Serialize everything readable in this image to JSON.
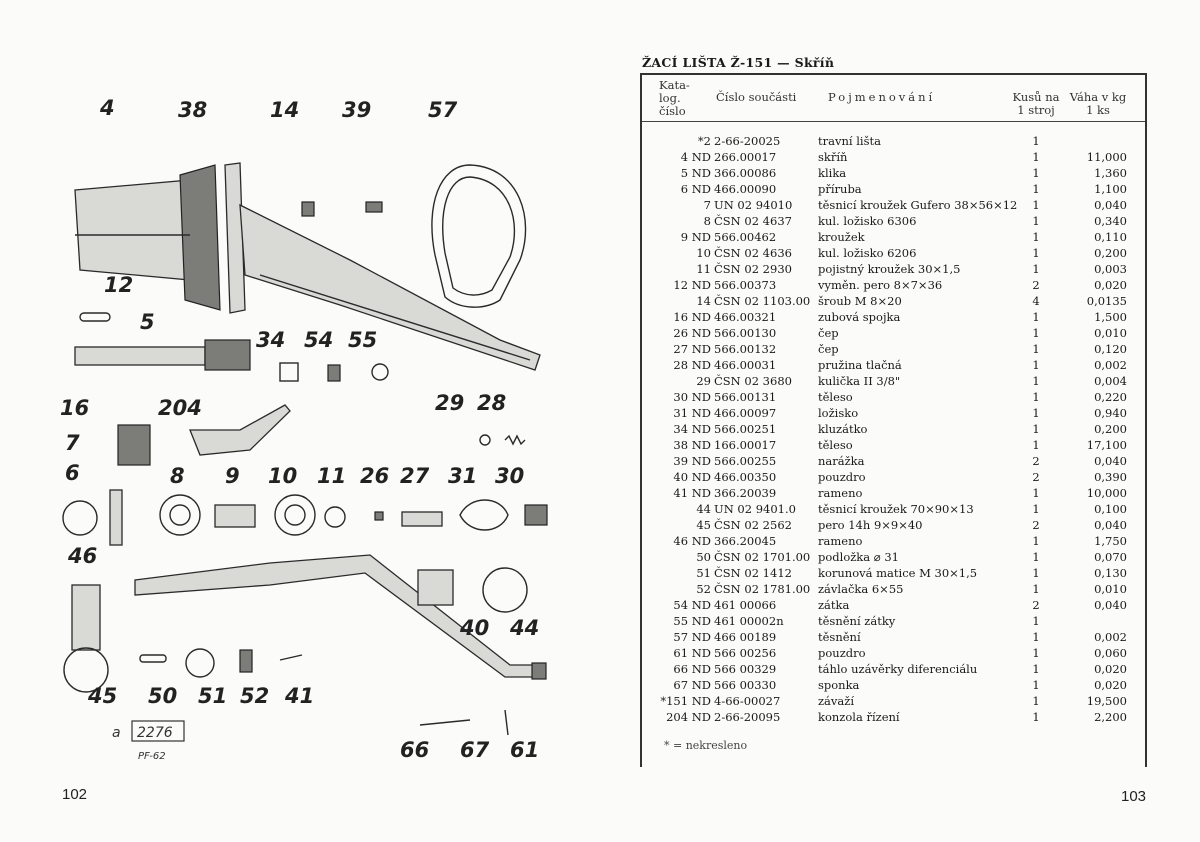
{
  "left_page": {
    "page_number": "102",
    "callouts": [
      "4",
      "38",
      "14",
      "39",
      "57",
      "12",
      "5",
      "34",
      "54",
      "55",
      "16",
      "204",
      "29",
      "28",
      "7",
      "6",
      "8",
      "9",
      "10",
      "11",
      "26",
      "27",
      "31",
      "30",
      "46",
      "40",
      "44",
      "45",
      "50",
      "51",
      "52",
      "41",
      "66",
      "67",
      "61"
    ],
    "stamp": {
      "prefix": "a",
      "code": "2276",
      "note": "PF-62"
    }
  },
  "right_page": {
    "page_number": "103",
    "title": "ŽACÍ LIŠTA Ž-151 — Skříň",
    "headers": {
      "catalog": [
        "Kata-",
        "log.",
        "číslo"
      ],
      "part_no": "Číslo součásti",
      "name": "Pojmenování",
      "qty": [
        "Kusů na",
        "1 stroj"
      ],
      "weight": [
        "Váha v kg",
        "1 ks"
      ]
    },
    "rows": [
      {
        "code": "*2",
        "part": "2-66-20025",
        "name": "travní lišta",
        "qty": "1",
        "weight": ""
      },
      {
        "code": "4 ND",
        "part": "266.00017",
        "name": "skříň",
        "qty": "1",
        "weight": "11,000"
      },
      {
        "code": "5 ND",
        "part": "366.00086",
        "name": "klika",
        "qty": "1",
        "weight": "1,360"
      },
      {
        "code": "6 ND",
        "part": "466.00090",
        "name": "příruba",
        "qty": "1",
        "weight": "1,100"
      },
      {
        "code": "7",
        "part": "UN 02 94010",
        "name": "těsnicí kroužek Gufero 38×56×12",
        "qty": "1",
        "weight": "0,040"
      },
      {
        "code": "8",
        "part": "ČSN 02 4637",
        "name": "kul. ložisko 6306",
        "qty": "1",
        "weight": "0,340"
      },
      {
        "code": "9 ND",
        "part": "566.00462",
        "name": "kroužek",
        "qty": "1",
        "weight": "0,110"
      },
      {
        "code": "10",
        "part": "ČSN 02 4636",
        "name": "kul. ložisko 6206",
        "qty": "1",
        "weight": "0,200"
      },
      {
        "code": "11",
        "part": "ČSN 02 2930",
        "name": "pojistný kroužek 30×1,5",
        "qty": "1",
        "weight": "0,003"
      },
      {
        "code": "12 ND",
        "part": "566.00373",
        "name": "vyměn. pero 8×7×36",
        "qty": "2",
        "weight": "0,020"
      },
      {
        "code": "14",
        "part": "ČSN 02 1103.00",
        "name": "šroub M 8×20",
        "qty": "4",
        "weight": "0,0135"
      },
      {
        "code": "16 ND",
        "part": "466.00321",
        "name": "zubová spojka",
        "qty": "1",
        "weight": "1,500"
      },
      {
        "code": "26 ND",
        "part": "566.00130",
        "name": "čep",
        "qty": "1",
        "weight": "0,010"
      },
      {
        "code": "27 ND",
        "part": "566.00132",
        "name": "čep",
        "qty": "1",
        "weight": "0,120"
      },
      {
        "code": "28 ND",
        "part": "466.00031",
        "name": "pružina tlačná",
        "qty": "1",
        "weight": "0,002"
      },
      {
        "code": "29",
        "part": "ČSN 02 3680",
        "name": "kulička II 3/8\"",
        "qty": "1",
        "weight": "0,004"
      },
      {
        "code": "30 ND",
        "part": "566.00131",
        "name": "těleso",
        "qty": "1",
        "weight": "0,220"
      },
      {
        "code": "31 ND",
        "part": "466.00097",
        "name": "ložisko",
        "qty": "1",
        "weight": "0,940"
      },
      {
        "code": "34 ND",
        "part": "566.00251",
        "name": "kluzátko",
        "qty": "1",
        "weight": "0,200"
      },
      {
        "code": "38 ND",
        "part": "166.00017",
        "name": "těleso",
        "qty": "1",
        "weight": "17,100"
      },
      {
        "code": "39 ND",
        "part": "566.00255",
        "name": "narážka",
        "qty": "2",
        "weight": "0,040"
      },
      {
        "code": "40 ND",
        "part": "466.00350",
        "name": "pouzdro",
        "qty": "2",
        "weight": "0,390"
      },
      {
        "code": "41 ND",
        "part": "366.20039",
        "name": "rameno",
        "qty": "1",
        "weight": "10,000"
      },
      {
        "code": "44",
        "part": "UN 02 9401.0",
        "name": "těsnicí kroužek 70×90×13",
        "qty": "1",
        "weight": "0,100"
      },
      {
        "code": "45",
        "part": "ČSN 02 2562",
        "name": "pero 14h 9×9×40",
        "qty": "2",
        "weight": "0,040"
      },
      {
        "code": "46 ND",
        "part": "366.20045",
        "name": "rameno",
        "qty": "1",
        "weight": "1,750"
      },
      {
        "code": "50",
        "part": "ČSN 02 1701.00",
        "name": "podložka ⌀ 31",
        "qty": "1",
        "weight": "0,070"
      },
      {
        "code": "51",
        "part": "ČSN 02 1412",
        "name": "korunová matice M 30×1,5",
        "qty": "1",
        "weight": "0,130"
      },
      {
        "code": "52",
        "part": "ČSN 02 1781.00",
        "name": "závlačka 6×55",
        "qty": "1",
        "weight": "0,010"
      },
      {
        "code": "54 ND",
        "part": "461 00066",
        "name": "zátka",
        "qty": "2",
        "weight": "0,040"
      },
      {
        "code": "55 ND",
        "part": "461 00002n",
        "name": "těsnění zátky",
        "qty": "1",
        "weight": ""
      },
      {
        "code": "57 ND",
        "part": "466 00189",
        "name": "těsnění",
        "qty": "1",
        "weight": "0,002"
      },
      {
        "code": "61 ND",
        "part": "566 00256",
        "name": "pouzdro",
        "qty": "1",
        "weight": "0,060"
      },
      {
        "code": "66 ND",
        "part": "566 00329",
        "name": "táhlo uzávěrky diferenciálu",
        "qty": "1",
        "weight": "0,020"
      },
      {
        "code": "67 ND",
        "part": "566 00330",
        "name": "sponka",
        "qty": "1",
        "weight": "0,020"
      },
      {
        "code": "*151 ND",
        "part": "4-66-00027",
        "name": "závaží",
        "qty": "1",
        "weight": "19,500"
      },
      {
        "code": "204 ND",
        "part": "2-66-20095",
        "name": "konzola řízení",
        "qty": "1",
        "weight": "2,200"
      }
    ],
    "footnote": "* = nekresleno"
  }
}
